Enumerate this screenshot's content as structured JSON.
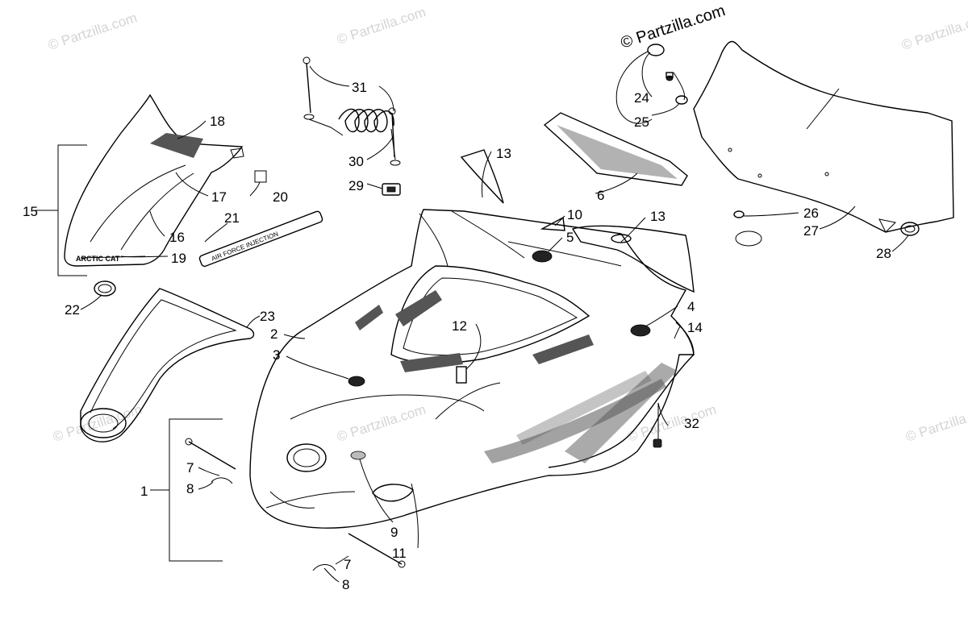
{
  "watermarks": {
    "main": "© Partzilla.com",
    "faint": "© Partzilla.com"
  },
  "labels": [
    "1",
    "2",
    "3",
    "4",
    "5",
    "6",
    "7",
    "7",
    "8",
    "8",
    "9",
    "10",
    "11",
    "12",
    "13",
    "13",
    "14",
    "15",
    "16",
    "17",
    "18",
    "19",
    "20",
    "21",
    "22",
    "23",
    "24",
    "25",
    "26",
    "27",
    "28",
    "29",
    "30",
    "31",
    "32"
  ],
  "decal_texts": {
    "side_logo": "ARCTIC CAT",
    "stripe": "AIR FORCE INJECTION"
  },
  "colors": {
    "line": "#000000",
    "watermark": "#d4d4d4",
    "background": "#ffffff"
  }
}
